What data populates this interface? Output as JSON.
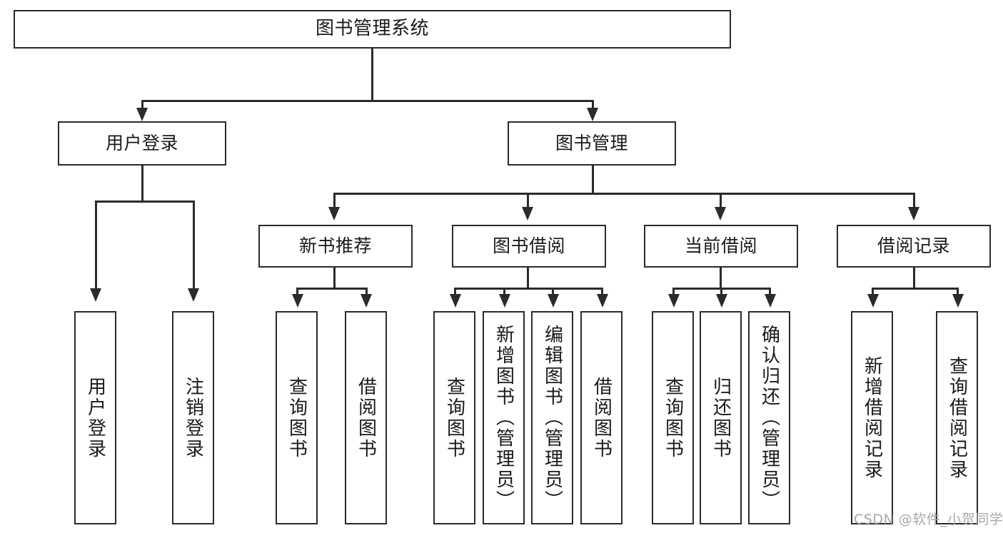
{
  "diagram": {
    "title": "图书管理系统",
    "type": "tree",
    "watermark": "CSDN @软件_小贺同学",
    "colors": {
      "stroke": "#2b2b2b",
      "fill": "#ffffff",
      "text": "#1a1a1a",
      "watermark": "#a8a8a8"
    },
    "nodes": {
      "root": {
        "label": "图书管理系统"
      },
      "level2": [
        {
          "id": "user-login",
          "label": "用户登录"
        },
        {
          "id": "book-manage",
          "label": "图书管理"
        }
      ],
      "level3": [
        {
          "id": "new-book-recommend",
          "label": "新书推荐"
        },
        {
          "id": "book-borrow",
          "label": "图书借阅"
        },
        {
          "id": "current-borrow",
          "label": "当前借阅"
        },
        {
          "id": "borrow-record",
          "label": "借阅记录"
        }
      ],
      "leaves": {
        "user-login": [
          {
            "id": "leaf-user-login",
            "label": "用户登录"
          },
          {
            "id": "leaf-user-logout",
            "label": "注销登录"
          }
        ],
        "new-book-recommend": [
          {
            "id": "leaf-query-book-1",
            "label": "查询图书"
          },
          {
            "id": "leaf-borrow-book-1",
            "label": "借阅图书"
          }
        ],
        "book-borrow": [
          {
            "id": "leaf-query-book-2",
            "label": "查询图书"
          },
          {
            "id": "leaf-add-book",
            "label": "新增图书（管理员）"
          },
          {
            "id": "leaf-edit-book",
            "label": "编辑图书（管理员）"
          },
          {
            "id": "leaf-borrow-book-2",
            "label": "借阅图书"
          }
        ],
        "current-borrow": [
          {
            "id": "leaf-query-book-3",
            "label": "查询图书"
          },
          {
            "id": "leaf-return-book",
            "label": "归还图书"
          },
          {
            "id": "leaf-confirm-return",
            "label": "确认归还（管理员）"
          }
        ],
        "borrow-record": [
          {
            "id": "leaf-add-record",
            "label": "新增借阅记录"
          },
          {
            "id": "leaf-query-record",
            "label": "查询借阅记录"
          }
        ]
      }
    }
  }
}
